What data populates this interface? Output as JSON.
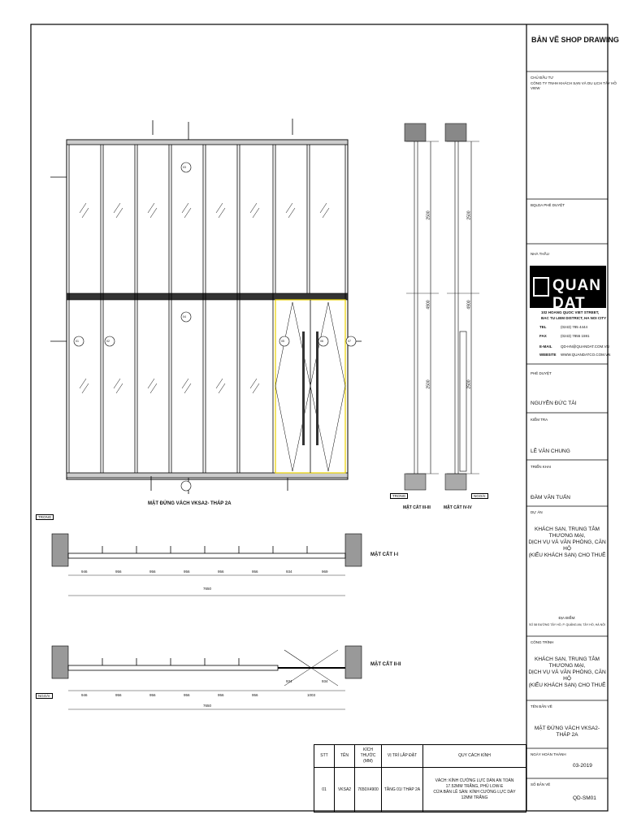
{
  "title_block": {
    "drawing_type": "BẢN VẼ SHOP DRAWING",
    "investor_label": "CHỦ ĐẦU TƯ",
    "investor_name": "CÔNG TY TNHH KHÁCH SẠN VÀ DU LỊCH TÂY HỒ VIEW",
    "approval_label": "BQLDA PHÊ DUYỆT",
    "contractor_label": "NHÀ THẦU",
    "logo_text": "QUAN DAT",
    "contractor_address_1": "102 HOANG QUOC VIET STREET,",
    "contractor_address_2": "BAC TU LIEM DISTRICT, HA NOI CITY",
    "contacts": [
      {
        "key": "TEL",
        "value": "(0243) 785 4444"
      },
      {
        "key": "FAX",
        "value": "(0243) 7855 1591"
      },
      {
        "key": "E-MAIL",
        "value": "QD-HN@QUANDAT.COM.VN"
      },
      {
        "key": "WEBSITE",
        "value": "WWW.QUANDATCO.COM.VN"
      }
    ],
    "approved_label": "PHÊ DUYỆT",
    "approved_name": "NGUYỄN ĐỨC TÀI",
    "checked_label": "KIỂM TRA",
    "checked_name": "LÊ VĂN CHUNG",
    "drawn_label": "TRIỂN KHAI",
    "drawn_name": "ĐÀM VĂN TUẤN",
    "project_label": "DỰ ÁN",
    "project_line_1": "KHÁCH SẠN, TRUNG TÂM THƯƠNG MẠI,",
    "project_line_2": "DỊCH VỤ VÀ VĂN PHÒNG, CĂN HỘ",
    "project_line_3": "(KIỂU KHÁCH SẠN) CHO THUÊ",
    "location_label": "ĐỊA ĐIỂM:",
    "location_value": "SỐ 58 ĐƯỜNG TÂY HỒ, P. QUẢNG AN, TÂY HỒ, HÀ NỘI",
    "works_label": "CÔNG TRÌNH",
    "works_line_1": "KHÁCH SẠN, TRUNG TÂM THƯƠNG MẠI,",
    "works_line_2": "DỊCH VỤ VÀ VĂN PHÒNG, CĂN HỘ",
    "works_line_3": "(KIỂU KHÁCH SẠN) CHO THUÊ",
    "sheet_name_label": "TÊN BẢN VẼ",
    "sheet_name": "MẶT ĐỨNG VÁCH VKSA2- THÁP 2A",
    "date_label": "NGÀY HOÀN THÀNH",
    "date_value": "03-2019",
    "number_label": "SỐ BẢN VẼ",
    "number_value": "QD-SM01"
  },
  "drawing": {
    "elevation_title": "MẶT ĐỨNG VÁCH VKSA2- THÁP 2A",
    "section_3_title": "MẶT CẮT III-III",
    "section_4_title": "MẶT CẮT IV-IV",
    "section_1_title": "MẶT CẮT I-I",
    "section_2_title": "MẶT CẮT II-II",
    "tag_inside_1": "TRONG",
    "tag_outside_1": "NGOÀI",
    "tag_inside_2": "TRONG",
    "tag_outside_2": "NGOÀI",
    "section_dims_a": [
      "2500",
      "4900",
      "2500"
    ],
    "section_dims_b": [
      "2500",
      "4900",
      "2500"
    ],
    "plan_1_dims": [
      "946",
      "956",
      "956",
      "956",
      "956",
      "956",
      "934",
      "969"
    ],
    "plan_1_total": "7650",
    "plan_2_dims": [
      "946",
      "956",
      "956",
      "956",
      "956",
      "956"
    ],
    "plan_2_door_dims": [
      "934",
      "934"
    ],
    "plan_2_door_total": "1003",
    "plan_2_total": "7650",
    "markers": [
      "01",
      "02",
      "03",
      "04",
      "05",
      "06",
      "07"
    ]
  },
  "schedule": {
    "headers": [
      "STT",
      "TÊN",
      "KÍCH THƯỚC (MM)",
      "VỊ TRÍ LẮP ĐẶT",
      "QUY CÁCH KÍNH"
    ],
    "row": {
      "stt": "01",
      "name": "VKSA2",
      "size": "7650X4900",
      "position": "TẦNG 01/ THÁP 2A",
      "spec_1": "VÁCH: KÍNH CƯỜNG LỰC DÁN AN TOÀN",
      "spec_2": "17.52MM TRẮNG, PHỦ LOW-E",
      "spec_3": "CỬA BẢN LỀ SÀN: KÍNH CƯỜNG LỰC DÀY",
      "spec_4": "12MM TRẮNG"
    }
  },
  "colors": {
    "line": "#000000",
    "door_highlight": "#e8d000",
    "hatch": "#555555"
  }
}
